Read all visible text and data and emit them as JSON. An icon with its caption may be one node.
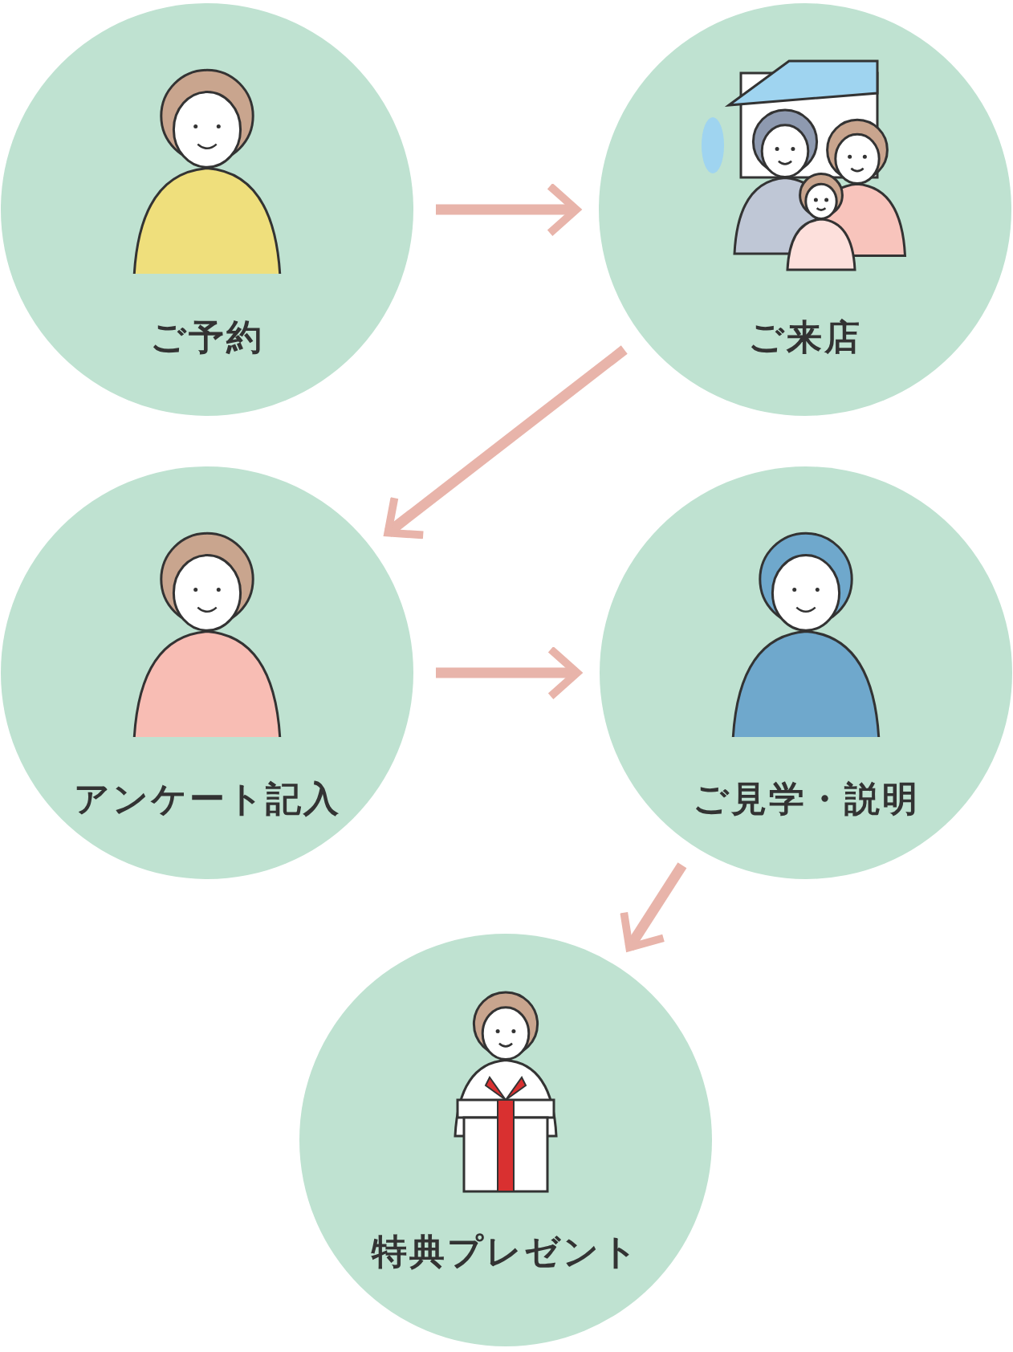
{
  "diagram": {
    "nodes": [
      {
        "text": [
          "ご予約"
        ]
      },
      {
        "text": [
          "ご来店"
        ]
      },
      {
        "text": [
          "アンケート記入"
        ]
      },
      {
        "text": [
          "ご見学・説明"
        ]
      },
      {
        "text": [
          "特典プレゼント"
        ]
      }
    ],
    "edges": [
      {
        "from": 0,
        "to": 1,
        "arrow": "to"
      },
      {
        "from": 1,
        "to": 2,
        "arrow": "to"
      },
      {
        "from": 2,
        "to": 3,
        "arrow": "to"
      },
      {
        "from": 3,
        "to": 4,
        "arrow": "to"
      }
    ]
  }
}
